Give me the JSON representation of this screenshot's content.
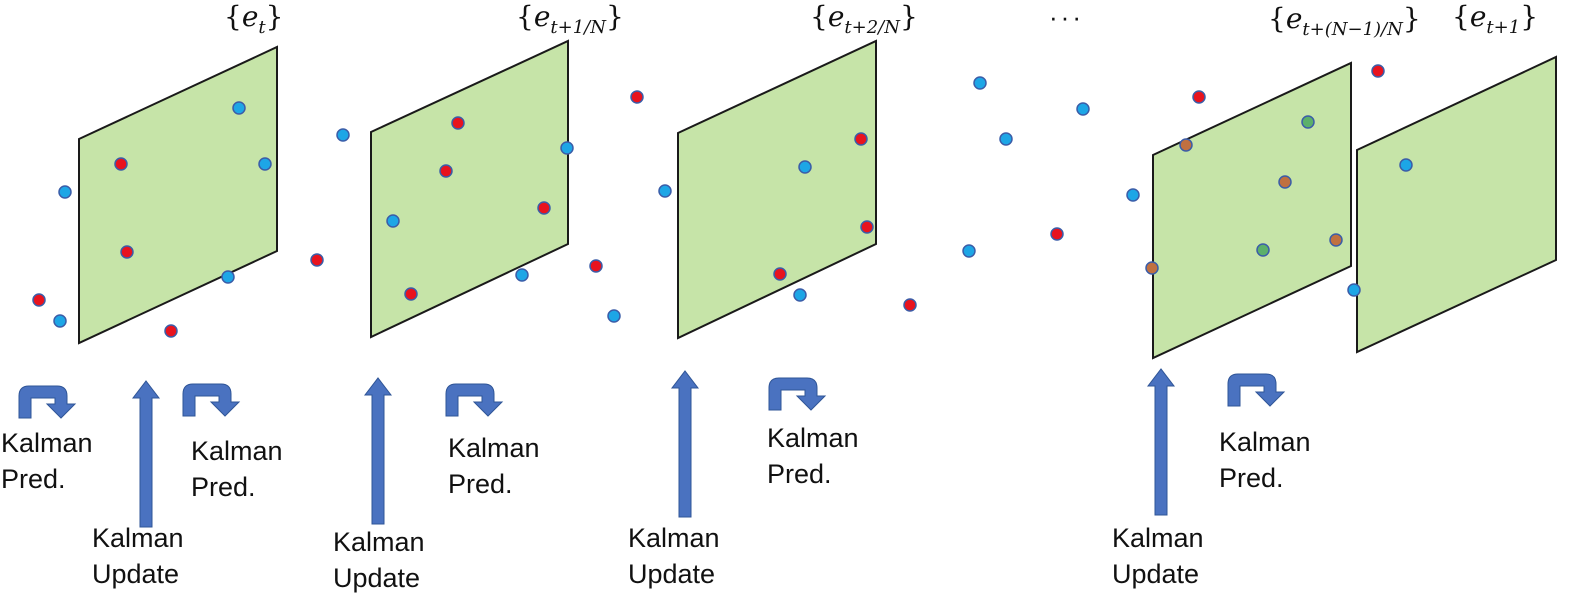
{
  "set_labels": [
    {
      "base": "e",
      "sub": "t"
    },
    {
      "base": "e",
      "sub": "t+1/N"
    },
    {
      "base": "e",
      "sub": "t+2/N"
    },
    {
      "base": "e",
      "sub": "t+(N−1)/N"
    },
    {
      "base": "e",
      "sub": "t+1"
    }
  ],
  "ellipsis": "···",
  "kalman_pred": {
    "line1": "Kalman",
    "line2": "Pred."
  },
  "kalman_update": {
    "line1": "Kalman",
    "line2": "Update"
  },
  "colors": {
    "plane_fill": "#c6e4a8",
    "plane_stroke": "#1a1a1a",
    "point_red": "#e8131e",
    "point_blue": "#1da6e6",
    "point_orange": "#c07040",
    "point_green": "#5bb06a",
    "point_stroke": "#3b5da8",
    "arrow": "#4a72c0",
    "arrow_stroke": "#2f5597"
  }
}
